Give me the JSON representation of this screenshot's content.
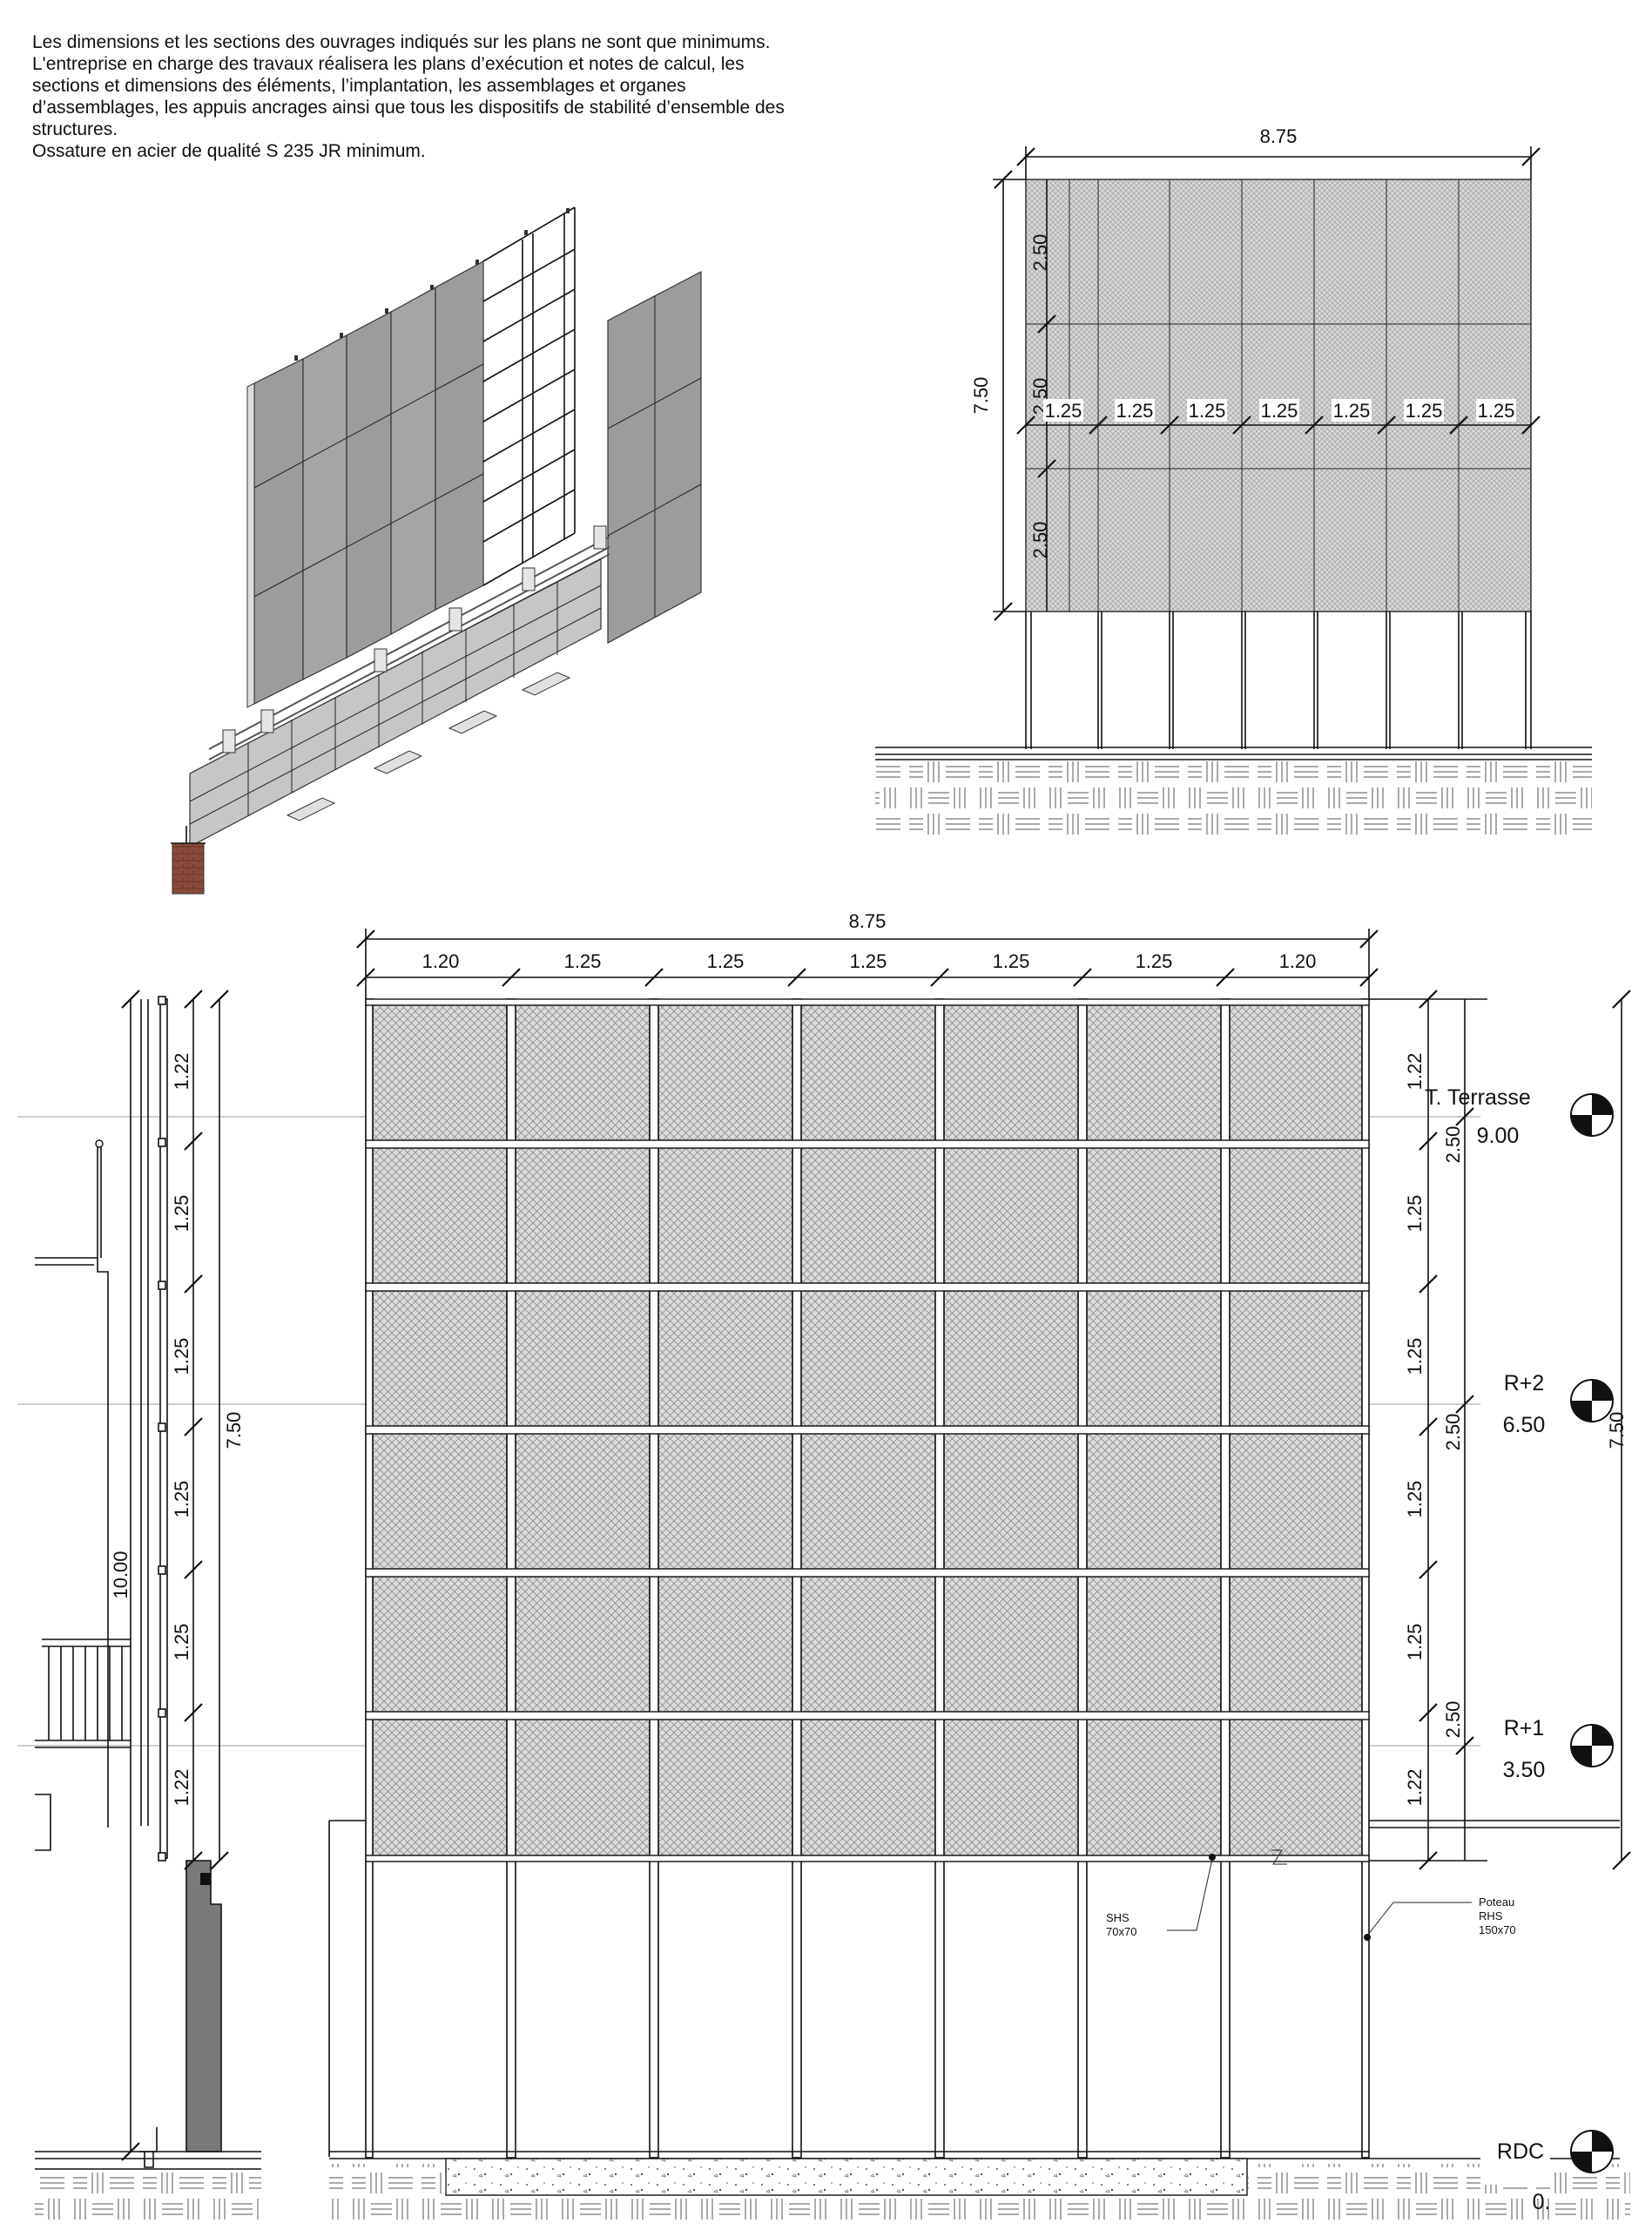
{
  "notes": [
    "Les dimensions et les sections des ouvrages indiqués sur les plans ne sont que minimums.",
    "L'entreprise en charge des travaux réalisera les plans d’exécution et notes de calcul, les",
    "sections et dimensions des éléments, l’implantation, les assemblages et organes",
    "d’assemblages, les appuis ancrages ainsi que tous les dispositifs de stabilité d’ensemble des",
    "structures.",
    "Ossature en acier de qualité S 235 JR minimum."
  ],
  "small_elevation": {
    "overall_width": "8.75",
    "overall_height": "7.50",
    "row_heights": [
      "2.50",
      "2.50",
      "2.50"
    ],
    "panel_widths": [
      "1.25",
      "1.25",
      "1.25",
      "1.25",
      "1.25",
      "1.25",
      "1.25"
    ]
  },
  "main_elevation": {
    "overall_width": "8.75",
    "panel_widths": [
      "1.20",
      "1.25",
      "1.25",
      "1.25",
      "1.25",
      "1.25",
      "1.20"
    ],
    "row_heights": [
      "1.22",
      "1.25",
      "1.25",
      "1.25",
      "1.25",
      "1.22"
    ],
    "floor_dims": [
      "2.50",
      "2.50",
      "2.50"
    ],
    "overall_height": "7.50",
    "labels": {
      "shs": [
        "SHS",
        "70x70"
      ],
      "post": [
        "Poteau",
        "RHS",
        "150x70"
      ]
    }
  },
  "section": {
    "row_heights": [
      "1.22",
      "1.25",
      "1.25",
      "1.25",
      "1.25",
      "1.22"
    ],
    "overall_height": "7.50",
    "total_height": "10.00"
  },
  "levels": [
    {
      "name": "T. Terrasse",
      "value": "9.00"
    },
    {
      "name": "R+2",
      "value": "6.50"
    },
    {
      "name": "R+1",
      "value": "3.50"
    },
    {
      "name": "RDC",
      "value": "0."
    }
  ],
  "colors": {
    "panel_fill": "#a3a3a3",
    "mesh_fill": "#d6d6d6",
    "brick": "#8a4a3a",
    "line": "#111111"
  }
}
